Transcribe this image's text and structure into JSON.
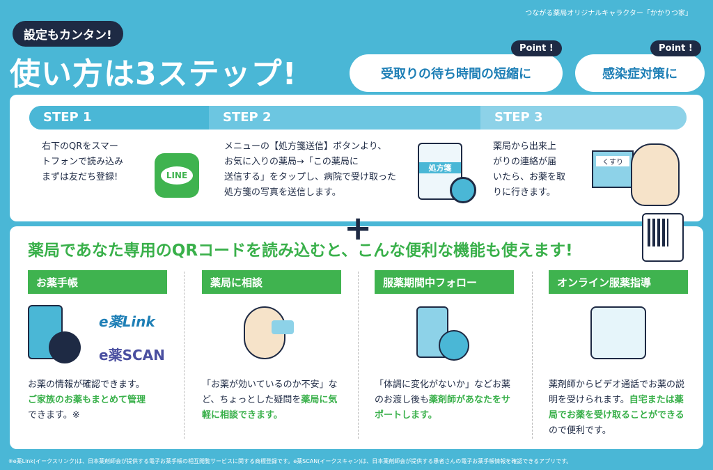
{
  "credit": "つながる薬局オリジナルキャラクター「かかりつ家」",
  "badge": "設定もカンタン!",
  "title": "使い方は3ステップ!",
  "points": [
    {
      "tag": "Point !",
      "text": "受取りの待ち時間の短縮に"
    },
    {
      "tag": "Point !",
      "text": "感染症対策に"
    }
  ],
  "steps": [
    {
      "label": "STEP 1",
      "lines": [
        "右下のQRをスマー",
        "トフォンで読み込み",
        "まずは友だち登録!"
      ],
      "icon_text": "LINE"
    },
    {
      "label": "STEP 2",
      "lines": [
        "メニューの【処方箋送信】ボタンより、",
        "お気に入りの薬局→「この薬局に",
        "送信する」をタップし、病院で受け取った",
        "処方箋の写真を送信します。"
      ],
      "icon_text": "処方箋"
    },
    {
      "label": "STEP 3",
      "lines": [
        "薬局から出来上",
        "がりの連絡が届",
        "いたら、お薬を取",
        "りに行きます。"
      ],
      "icon_text": "くすり"
    }
  ],
  "plus": "+",
  "headline": "薬局であなた専用のQRコードを読み込むと、こんな便利な機能も使えます!",
  "features": [
    {
      "title": "お薬手帳",
      "text": "お薬の情報が確認できます。",
      "green": "ご家族のお薬もまとめて管理",
      "after": "できます。※",
      "logos": [
        "e薬Link",
        "e薬SCAN"
      ]
    },
    {
      "title": "薬局に相談",
      "text": "「お薬が効いているのか不安」など、ちょっとした疑問を",
      "green": "薬局に気軽に相談できます。",
      "after": ""
    },
    {
      "title": "服薬期間中フォロー",
      "text": "「体調に変化がないか」などお薬のお渡し後も",
      "green": "薬剤師があなたをサポートします。",
      "after": ""
    },
    {
      "title": "オンライン服薬指導",
      "text": "薬剤師からビデオ通話でお薬の説明を受けられます。",
      "green": "自宅または薬局でお薬を受け取ることができる",
      "after": "ので便利です。"
    }
  ],
  "footnote": "※e薬Link(イークスリンク)は、日本薬剤師会が提供する電子お薬手帳の相互閲覧サービスに関する商標登録です。e薬SCAN(イークスキャン)は、日本薬剤師会が提供する患者さんの電子お薬手帳情報を確認できるアプリです。"
}
